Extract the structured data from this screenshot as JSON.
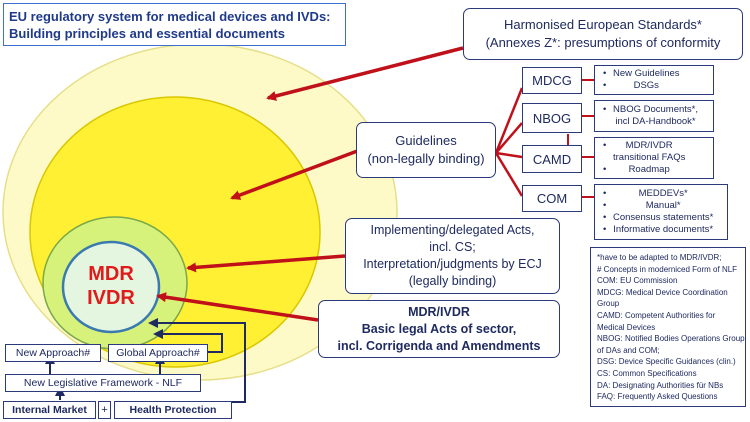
{
  "title": {
    "lines": [
      "EU regulatory system for medical devices and IVDs:",
      "Building principles and essential documents"
    ]
  },
  "center": {
    "line1": "MDR",
    "line2": "IVDR"
  },
  "harmonised": {
    "lines": [
      "Harmonised European Standards*",
      "(Annexes Z*: presumptions of conformity"
    ]
  },
  "guidelines": {
    "lines": [
      "Guidelines",
      "(non-legally binding)"
    ]
  },
  "bodies": {
    "mdcg": "MDCG",
    "nbog": "NBOG",
    "camd": "CAMD",
    "com": "COM"
  },
  "lists": {
    "mdcg": [
      "New Guidelines",
      "DSGs"
    ],
    "nbog": [
      "NBOG Documents*,",
      "incl DA-Handbook*"
    ],
    "camd": [
      "MDR/IVDR",
      "transitional FAQs",
      "Roadmap"
    ],
    "com": [
      "MEDDEVs*",
      "Manual*",
      "Consensus statements*",
      "Informative documents*"
    ]
  },
  "implementing": {
    "lines": [
      "Implementing/delegated Acts,",
      "incl. CS;",
      "Interpretation/judgments by ECJ",
      "(legally binding)"
    ]
  },
  "mdr_basic": {
    "lines": [
      "MDR/IVDR",
      "Basic legal Acts of sector,",
      "incl. Corrigenda and Amendments"
    ]
  },
  "foundation": {
    "new_approach": "New Approach#",
    "global_approach": "Global Approach#",
    "nlf": "New Legislative Framework - NLF",
    "internal_market": "Internal Market",
    "plus": "+",
    "health_protection": "Health Protection"
  },
  "legend": [
    "*have to be adapted to MDR/IVDR;",
    "# Concepts in moderniced Form of NLF",
    "COM: EU Commission",
    "MDCG: Medical Device Coordination",
    "Group",
    "CAMD: Competent Authorities for",
    "Medical Devices",
    "NBOG: Notified Bodies Operations Group",
    "of DAs and COM;",
    "DSG: Device Specific Guidances (clin.)",
    "CS: Common Specifications",
    "DA: Designating Authorities für NBs",
    "FAQ: Frequently Asked Questions"
  ],
  "colors": {
    "outer_circle": "#fdfac7",
    "middle_circle": "#fff033",
    "inner_circle": "#d6f27a",
    "core_circle": "#e4f5e0",
    "arrow": "#c0111a",
    "border": "#2b3a7a",
    "center_text": "#e01b1b"
  }
}
